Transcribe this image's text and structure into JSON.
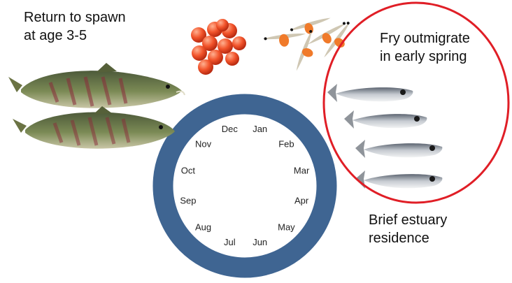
{
  "captions": {
    "spawn": "Return to spawn\nat age 3-5",
    "fry": "Fry outmigrate\nin early spring",
    "estuary": "Brief estuary\nresidence"
  },
  "calendar": {
    "months": [
      "Jan",
      "Feb",
      "Mar",
      "Apr",
      "May",
      "Jun",
      "Jul",
      "Aug",
      "Sep",
      "Oct",
      "Nov",
      "Dec"
    ]
  },
  "colors": {
    "ring": "#3f6592",
    "highlight": "#e01e26",
    "egg": "#f2542b",
    "adult_body": "#6f7d4e",
    "fry_body": "#b7bcc2"
  }
}
